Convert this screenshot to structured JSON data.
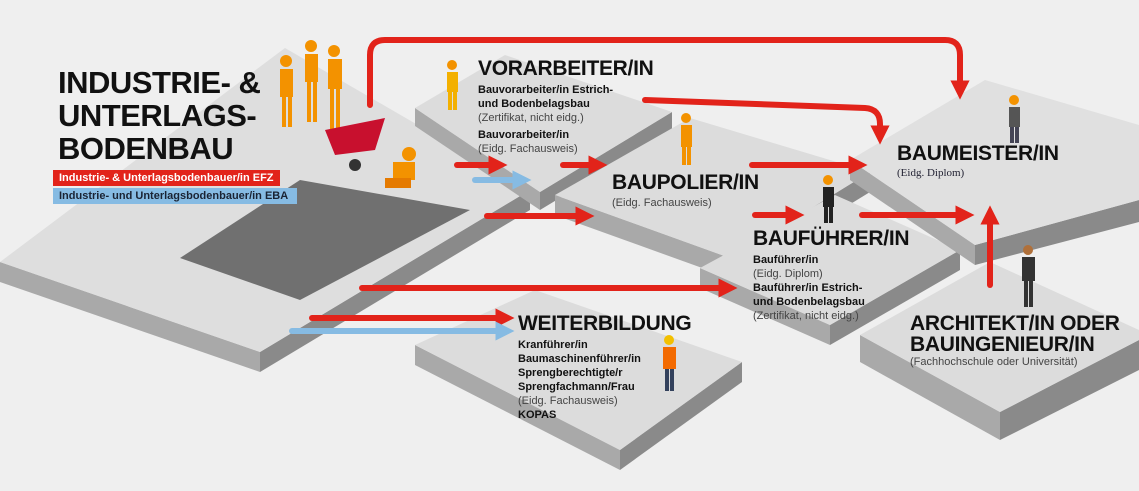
{
  "start": {
    "title_lines": [
      "INDUSTRIE- &",
      "UNTERLAGS-",
      "BODENBAU"
    ],
    "efz_label": "Industrie- & Unterlagsbodenbauer/in EFZ",
    "eba_label": "Industrie- und Unterlagsbodenbauer/in EBA"
  },
  "vorarbeiter": {
    "title": "VORARBEITER/IN",
    "items": [
      {
        "bold": "Bauvorarbeiter/in Estrich-",
        "bold2": "und Bodenbelagsbau",
        "note": "(Zertifikat, nicht eidg.)"
      },
      {
        "bold": "Bauvorarbeiter/in",
        "note": "(Eidg. Fachausweis)"
      }
    ]
  },
  "baupolier": {
    "title": "BAUPOLIER/IN",
    "note": "(Eidg. Fachausweis)"
  },
  "baumeister": {
    "title": "BAUMEISTER/IN",
    "note": "(Eidg. Diplom)"
  },
  "baufuehrer": {
    "title": "BAUFÜHRER/IN",
    "items": [
      {
        "bold": "Bauführer/in",
        "note": "(Eidg. Diplom)"
      },
      {
        "bold": "Bauführer/in Estrich-",
        "bold2": "und Bodenbelagsbau",
        "note": "(Zertifikat, nicht eidg.)"
      }
    ]
  },
  "architekt": {
    "title_lines": [
      "ARCHITEKT/IN ODER",
      "BAUINGENIEUR/IN"
    ],
    "note": "(Fachhochschule oder Universität)"
  },
  "weiterbildung": {
    "title": "WEITERBILDUNG",
    "items": [
      "Kranführer/in",
      "Baumaschinenführer/in",
      "Sprengberechtigte/r",
      "Sprengfachmann/Frau"
    ],
    "note": "(Eidg. Fachausweis)",
    "last": "KOPAS"
  },
  "colors": {
    "efz": "#e2231a",
    "eba": "#86bbe3",
    "platform": "#dcdcdc",
    "side": "#9a9a9a"
  }
}
